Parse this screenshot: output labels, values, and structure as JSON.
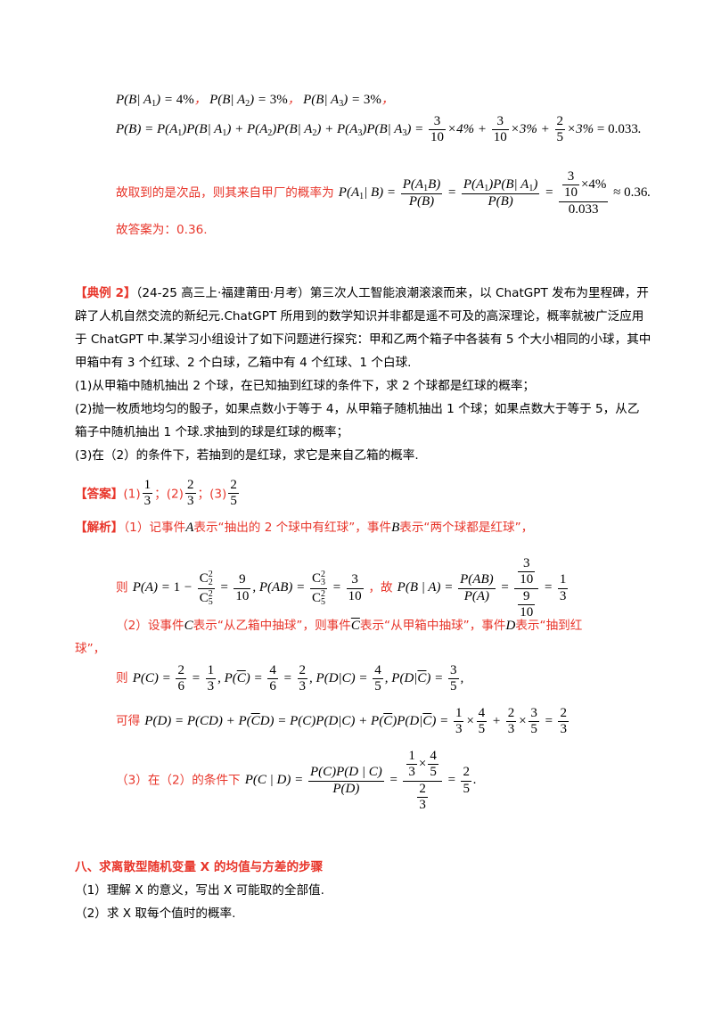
{
  "top": {
    "line1": "P(B| A1) = 4%，P(B| A2) = 3%，P(B| A3) = 3%，",
    "line2_lhs": "P(B) = P(A1)P(B| A1) + P(A2)P(B| A2) + P(A3)P(B| A3) =",
    "line2_tail": "= 0.033",
    "conclusion_text": "故取到的是次品，则其来自甲厂的概率为",
    "answer_text": "故答案为：0.36."
  },
  "example2": {
    "label": "【典例 2】",
    "source": "（24-25 高三上·福建莆田·月考）",
    "line1_rest": "第三次人工智能浪潮滚滚而来，以 ChatGPT 发布为里程碑，开",
    "line2": "辟了人机自然交流的新纪元.ChatGPT 所用到的数学知识并非都是遥不可及的高深理论，概率就被广泛应用",
    "line3": "于 ChatGPT 中.某学习小组设计了如下问题进行探究：甲和乙两个箱子中各装有 5 个大小相同的小球，其中",
    "line4": "甲箱中有 3 个红球、2 个白球，乙箱中有 4 个红球、1 个白球.",
    "q1": "(1)从甲箱中随机抽出 2 个球，在已知抽到红球的条件下，求 2 个球都是红球的概率；",
    "q2a": "(2)抛一枚质地均匀的骰子，如果点数小于等于 4，从甲箱子随机抽出 1 个球；如果点数大于等于 5，从乙",
    "q2b": "箱子中随机抽出 1 个球.求抽到的球是红球的概率；",
    "q3": "(3)在（2）的条件下，若抽到的是红球，求它是来自乙箱的概率.",
    "answer_label": "【答案】",
    "answer_items": [
      "(1)",
      "1",
      "3",
      "；(2)",
      "2",
      "3",
      "；(3)",
      "2",
      "5"
    ],
    "analysis_label": "【解析】",
    "a1_text1": "（1）记事件",
    "a1_eventA": "A",
    "a1_text2": "表示“抽出的 2 个球中有红球”，事件",
    "a1_eventB": "B",
    "a1_text3": "表示“两个球都是红球”，",
    "a1_then": "则",
    "a1_so": "，故",
    "a2_text1": "（2）设事件",
    "a2_eventC": "C",
    "a2_text2": "表示“从乙箱中抽球”，则事件",
    "a2_text3": "表示“从甲箱中抽球”，事件",
    "a2_eventD": "D",
    "a2_text4": "表示“抽到红",
    "a2_text5": "球”，",
    "a2_then": "则",
    "a2_get": "可得",
    "a3_text": "（3）在（2）的条件下"
  },
  "section8": {
    "title": "八、求离散型随机变量 X 的均值与方差的步骤",
    "step1": "（1）理解 X 的意义，写出 X 可能取的全部值.",
    "step2": "（2）求 X 取每个值时的概率."
  }
}
